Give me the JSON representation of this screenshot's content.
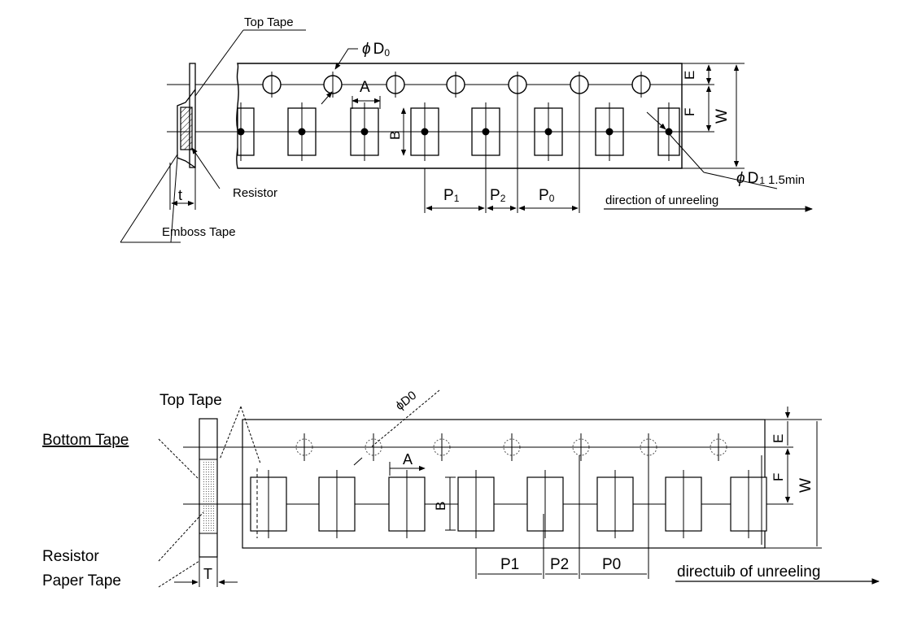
{
  "diagram1": {
    "top_tape": "Top Tape",
    "phi_d0_symbol": "ϕ",
    "d0_label": "D",
    "d0_sub": "0",
    "label_A": "A",
    "label_B": "B",
    "label_E": "E",
    "label_F": "F",
    "label_W": "W",
    "label_t": "t",
    "resistor": "Resistor",
    "emboss_tape": "Emboss Tape",
    "phi_d1_symbol": "ϕ",
    "d1_label": "D",
    "d1_sub": "1",
    "d1_note": "1.5min",
    "p1_label": "P",
    "p1_sub": "1",
    "p2_label": "P",
    "p2_sub": "2",
    "p0_label": "P",
    "p0_sub": "0",
    "direction": "direction of unreeling"
  },
  "diagram2": {
    "top_tape": "Top Tape",
    "bottom_tape": "Bottom Tape",
    "resistor": "Resistor",
    "paper_tape": "Paper Tape",
    "phi_d0": "ϕD0",
    "label_A": "A",
    "label_B": "B",
    "label_E": "E",
    "label_F": "F",
    "label_W": "W",
    "label_T": "T",
    "p1": "P1",
    "p2": "P2",
    "p0": "P0",
    "direction": "directuib of unreeling"
  }
}
